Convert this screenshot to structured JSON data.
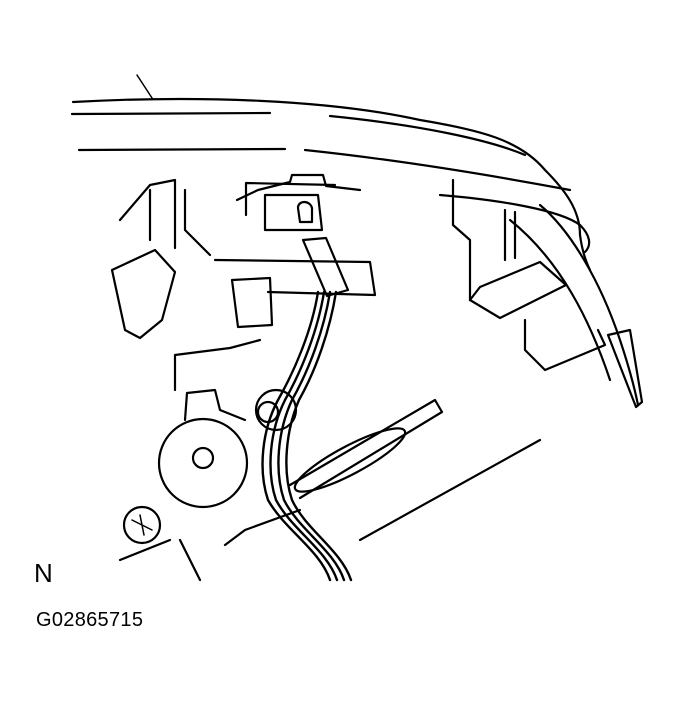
{
  "diagram": {
    "type": "technical-line-illustration",
    "subject": "Wire harness connector routed from a bracket, shown behind a curved panel",
    "orientation_label": "N",
    "figure_code": "G02865715",
    "colors": {
      "line": "#000000",
      "background": "#ffffff"
    }
  }
}
